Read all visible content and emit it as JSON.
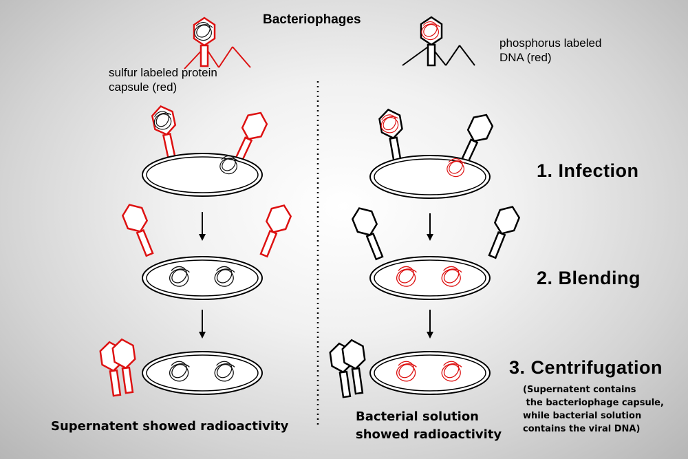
{
  "title": "Bacteriophages",
  "left_phage_label": [
    "sulfur labeled protein",
    "capsule (red)"
  ],
  "right_phage_label": [
    "phosphorus labeled",
    "DNA (red)"
  ],
  "steps": [
    "1. Infection",
    "2. Blending",
    "3. Centrifugation"
  ],
  "centrifugation_note": [
    "(Supernatent contains",
    " the bacteriophage capsule,",
    "while bacterial solution",
    "contains the viral DNA)"
  ],
  "left_result": "Supernatent showed radioactivity",
  "right_result": [
    "Bacterial solution",
    "showed radioactivity"
  ],
  "colors": {
    "label": "#dd1111",
    "outline": "#000000"
  }
}
